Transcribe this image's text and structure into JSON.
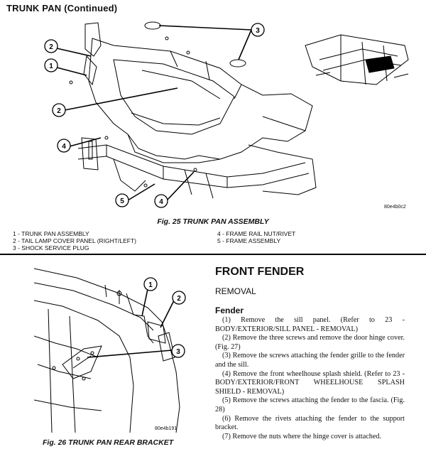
{
  "header": {
    "title": "TRUNK PAN (Continued)"
  },
  "figure25": {
    "caption": "Fig. 25 TRUNK PAN ASSEMBLY",
    "code": "80e4b0c2",
    "callouts": [
      "2",
      "1",
      "2",
      "4",
      "5",
      "4",
      "3"
    ],
    "legend_left": [
      "1 - TRUNK PAN ASSEMBLY",
      "2 - TAIL LAMP COVER PANEL (RIGHT/LEFT)",
      "3 - SHOCK SERVICE PLUG"
    ],
    "legend_right": [
      "4 - FRAME RAIL NUT/RIVET",
      "5 - FRAME ASSEMBLY"
    ]
  },
  "figure26": {
    "caption": "Fig. 26 TRUNK PAN REAR BRACKET",
    "code": "80e4b191",
    "callouts": [
      "1",
      "2",
      "3"
    ]
  },
  "section": {
    "title": "FRONT FENDER",
    "subtitle": "REMOVAL",
    "subheading": "Fender",
    "steps": [
      "(1) Remove the sill panel. (Refer to 23 - BODY/EXTERIOR/SILL PANEL - REMOVAL)",
      "(2) Remove the three screws and remove the door hinge cover. (Fig. 27)",
      "(3) Remove the screws attaching the fender grille to the fender and the sill.",
      "(4) Remove the front wheelhouse splash shield. (Refer to 23 - BODY/EXTERIOR/FRONT WHEELHOUSE SPLASH SHIELD - REMOVAL)",
      "(5) Remove the screws attaching the fender to the fascia. (Fig. 28)",
      "(6) Remove the rivets attaching the fender to the support bracket.",
      "(7) Remove the nuts where the hinge cover is attached."
    ]
  }
}
